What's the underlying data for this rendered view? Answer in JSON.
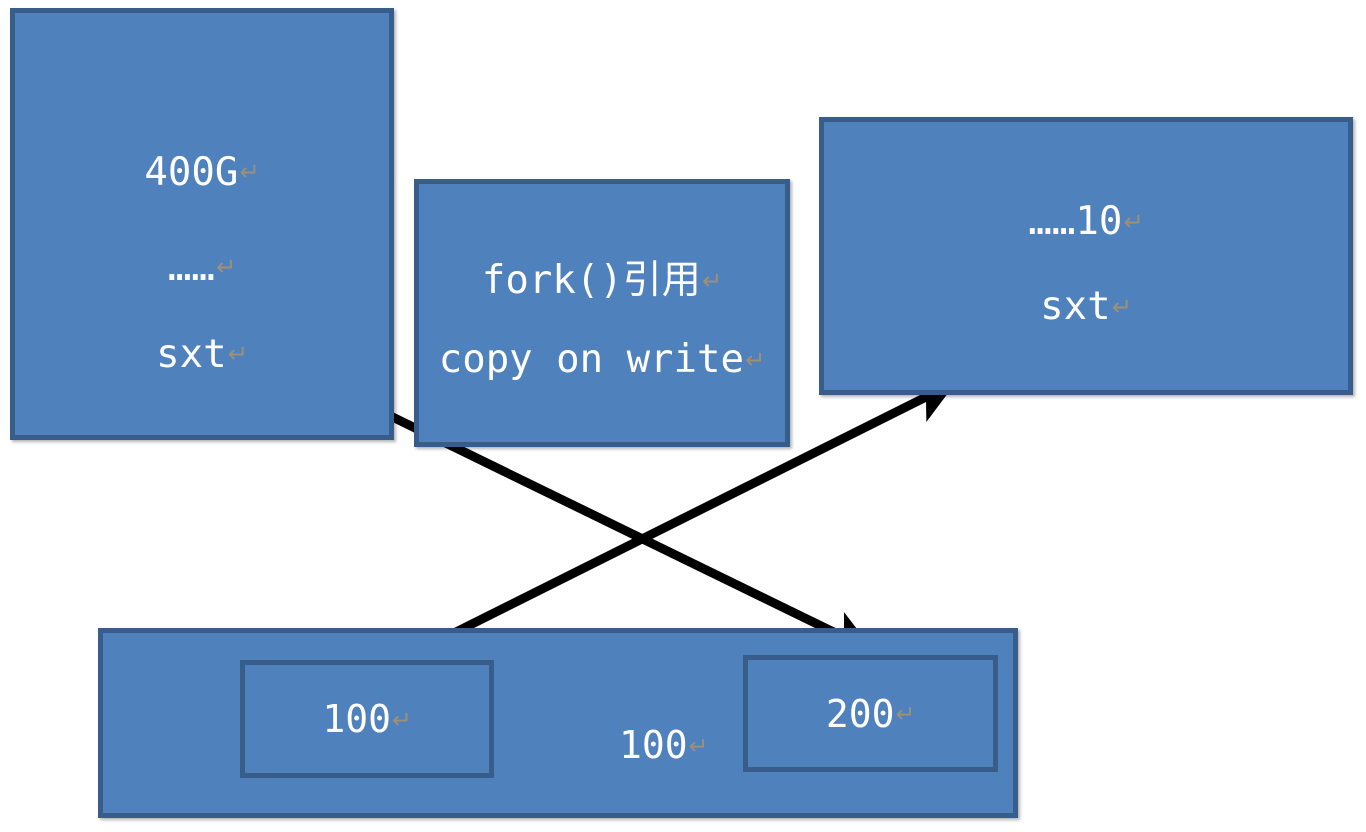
{
  "diagram": {
    "title": "fork() copy on write memory diagram",
    "colors": {
      "box_fill": "#4F81BD",
      "box_border": "#385D8A",
      "text": "#FFFFFF",
      "pilcrow": "#9E8F77",
      "arrow": "#000000",
      "background": "#FFFFFF"
    },
    "pilcrow_glyph": "↵"
  },
  "boxes": {
    "memory_400g": {
      "name": "parent-memory-box",
      "lines": [
        "400G",
        "……",
        "sxt"
      ]
    },
    "fork": {
      "name": "fork-copy-on-write-box",
      "lines": [
        "fork()引用",
        "copy on write"
      ]
    },
    "memory_10": {
      "name": "child-memory-box",
      "lines": [
        "……10",
        "sxt"
      ]
    },
    "stack": {
      "name": "stack-box",
      "middle_label": "100",
      "slots": [
        {
          "name": "stack-slot-left",
          "label": "100"
        },
        {
          "name": "stack-slot-right",
          "label": "200"
        }
      ]
    }
  },
  "arrows": [
    {
      "name": "arrow-parent-to-stack-right",
      "from": "parent-memory-box sxt",
      "to": "stack-slot-right"
    },
    {
      "name": "arrow-stack-left-to-child",
      "from": "stack-slot-left",
      "to": "child-memory-box"
    }
  ]
}
